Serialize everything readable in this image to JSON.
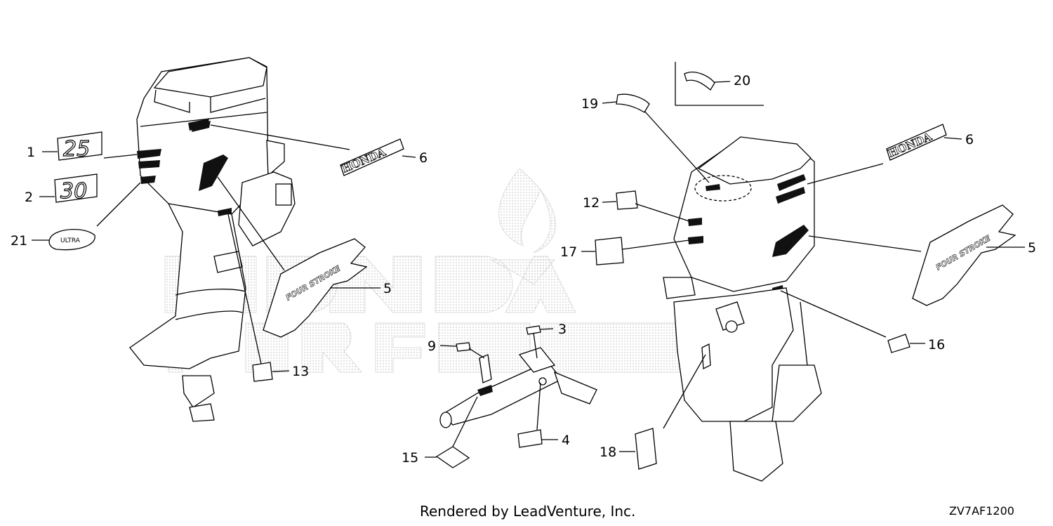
{
  "footer": {
    "credit": "Rendered by LeadVenture, Inc.",
    "code": "ZV7AF1200"
  },
  "decal_texts": {
    "honda": "HONDA",
    "four_stroke": "FOUR STROKE",
    "num_25": "25",
    "num_30": "30",
    "ultra": "ULTRA"
  },
  "callouts": [
    "1",
    "2",
    "21",
    "6",
    "5",
    "13",
    "9",
    "3",
    "15",
    "4",
    "19",
    "20",
    "6",
    "12",
    "17",
    "5",
    "16",
    "18"
  ]
}
